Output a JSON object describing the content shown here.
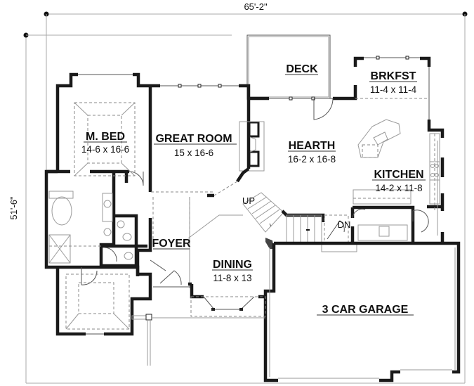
{
  "plan": {
    "dimensions": {
      "width": "65'-2\"",
      "depth": "51'-6\""
    },
    "rooms": [
      {
        "id": "deck",
        "name": "DECK",
        "size": ""
      },
      {
        "id": "brkfst",
        "name": "BRKFST",
        "size": "11-4 x 11-4"
      },
      {
        "id": "m-bed",
        "name": "M. BED",
        "size": "14-6 x 16-6"
      },
      {
        "id": "great-room",
        "name": "GREAT ROOM",
        "size": "15 x 16-6"
      },
      {
        "id": "hearth",
        "name": "HEARTH",
        "size": "16-2 x 16-8"
      },
      {
        "id": "kitchen",
        "name": "KITCHEN",
        "size": "14-2 x 11-8"
      },
      {
        "id": "foyer",
        "name": "FOYER",
        "size": ""
      },
      {
        "id": "dining",
        "name": "DINING",
        "size": "11-8 x 13"
      },
      {
        "id": "garage",
        "name": "3 CAR GARAGE",
        "size": ""
      }
    ],
    "stair_labels": {
      "up": "UP",
      "down": "DN"
    },
    "colors": {
      "wall": "#1a1a1a",
      "dimension_line": "#a8a8a8",
      "background": "#ffffff"
    }
  }
}
